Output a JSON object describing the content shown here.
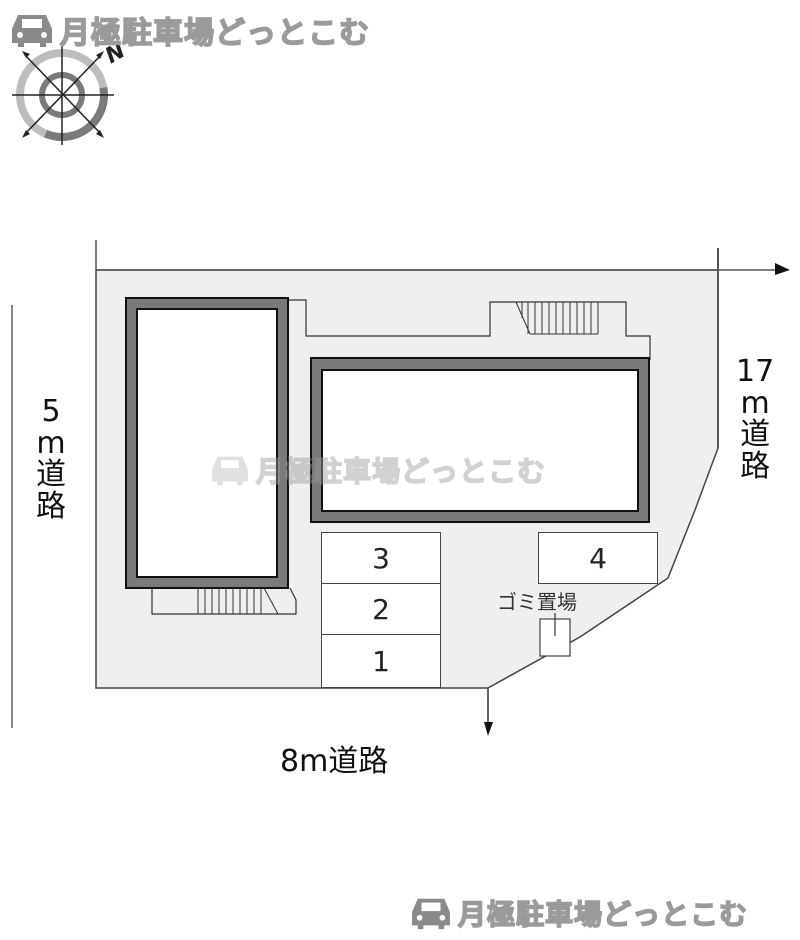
{
  "watermark": {
    "text": "月極駐車場どっとこむ",
    "icon": "car-icon"
  },
  "compass": {
    "label": "N",
    "icon": "compass-rose-icon"
  },
  "roads": {
    "left": {
      "width_label": "5",
      "unit": "m",
      "chars": [
        "道",
        "路"
      ]
    },
    "right": {
      "width_label": "17",
      "unit": "m",
      "chars": [
        "道",
        "路"
      ]
    },
    "bottom": {
      "label": "8m道路"
    }
  },
  "parking_spaces": [
    {
      "number": "1"
    },
    {
      "number": "2"
    },
    {
      "number": "3"
    },
    {
      "number": "4"
    }
  ],
  "garbage": {
    "label": "ゴミ置場"
  },
  "colors": {
    "lot_fill": "#efefef",
    "building_wall": "#7a7a7a",
    "line": "#333333",
    "watermark": "#9a9a9a"
  }
}
